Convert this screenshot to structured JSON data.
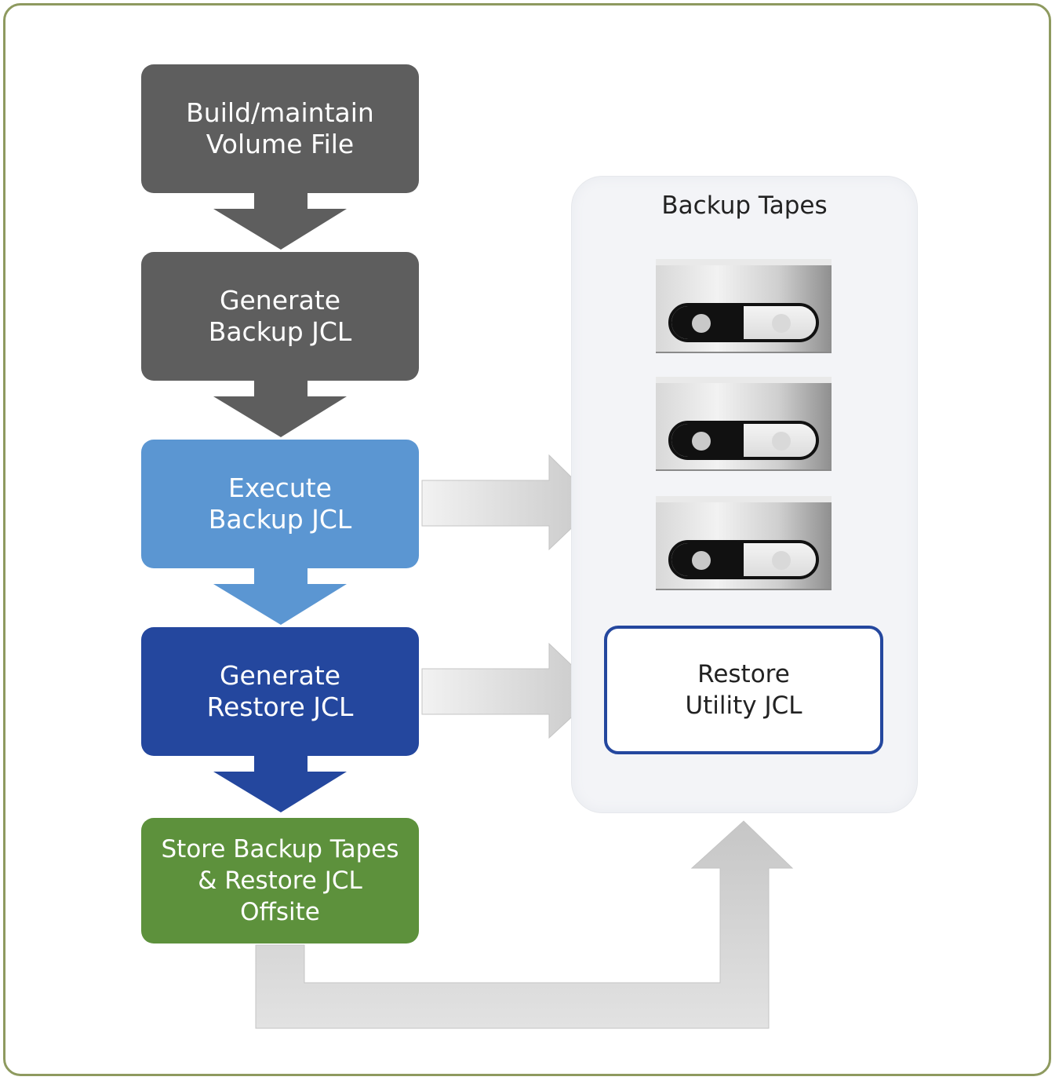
{
  "steps": [
    {
      "label": "Build/maintain\nVolume File",
      "color": "#5e5e5e"
    },
    {
      "label": "Generate\nBackup JCL",
      "color": "#5e5e5e"
    },
    {
      "label": "Execute\nBackup JCL",
      "color": "#5b96d2"
    },
    {
      "label": "Generate\nRestore JCL",
      "color": "#24479e"
    },
    {
      "label": "Store Backup Tapes\n& Restore JCL\nOffsite",
      "color": "#5d913c"
    }
  ],
  "panel": {
    "title": "Backup Tapes",
    "tapes": [
      {
        "icon": "backup-tape-icon"
      },
      {
        "icon": "backup-tape-icon"
      },
      {
        "icon": "backup-tape-icon"
      }
    ],
    "restore_box": {
      "label": "Restore\nUtility JCL",
      "border_color": "#24479e"
    }
  },
  "colors": {
    "frame_border": "#8e9a5f",
    "connector_gray": "#d9d9d9"
  }
}
